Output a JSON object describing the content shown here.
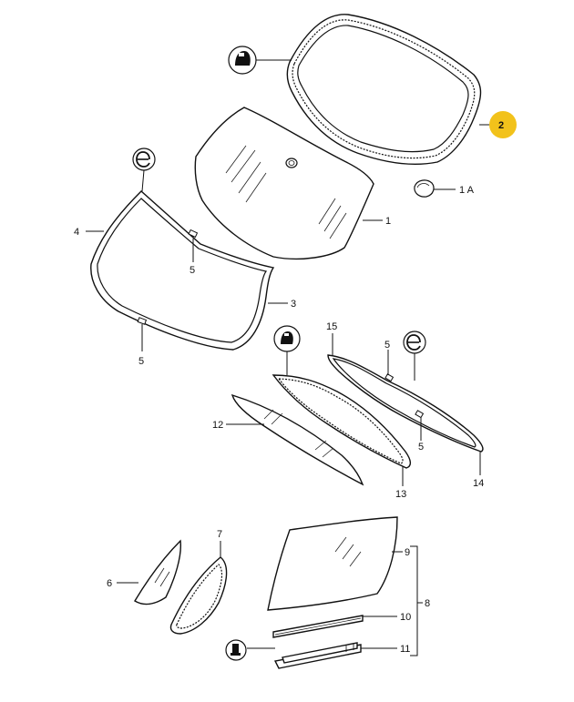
{
  "callouts": {
    "c1": "1",
    "c1a": "1 A",
    "c2": "2",
    "c3": "3",
    "c4": "4",
    "c5a": "5",
    "c5b": "5",
    "c5c": "5",
    "c5d": "5",
    "c6": "6",
    "c7": "7",
    "c8": "8",
    "c9": "9",
    "c10": "10",
    "c11": "11",
    "c12": "12",
    "c13": "13",
    "c14": "14",
    "c15": "15"
  },
  "colors": {
    "highlight": "#f2c21b",
    "line": "#111111"
  },
  "icons": [
    "sealant-tube-icon",
    "e-clip-icon",
    "grommet-icon"
  ]
}
